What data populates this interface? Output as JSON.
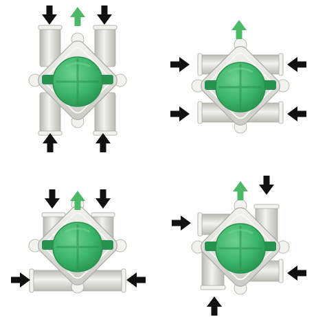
{
  "colors": {
    "background": "#ffffff",
    "pipe": "#dcddd8",
    "pipe_shade": "#b9bab4",
    "pipe_light": "#f2f2ee",
    "body": "#e3e4df",
    "body_edge": "#a9aaa4",
    "disc": "#3db56a",
    "disc_dark": "#27924f",
    "disc_light": "#6fd08f",
    "inflow_arrow": "#111111",
    "outflow_arrow": "#4db866"
  },
  "valves": [
    {
      "id": "valve-1",
      "pipes": [
        "top-left",
        "top-right",
        "bottom-left",
        "bottom-right"
      ],
      "arrows": [
        {
          "kind": "inflow",
          "icon": "arrow-down-icon"
        },
        {
          "kind": "outflow",
          "icon": "arrow-up-icon"
        },
        {
          "kind": "inflow",
          "icon": "arrow-down-icon"
        },
        {
          "kind": "inflow",
          "icon": "arrow-up-icon"
        },
        {
          "kind": "inflow",
          "icon": "arrow-up-icon"
        }
      ]
    },
    {
      "id": "valve-2",
      "pipes": [
        "left-upper",
        "left-lower",
        "right-upper",
        "right-lower"
      ],
      "arrows": [
        {
          "kind": "outflow",
          "icon": "arrow-up-icon"
        },
        {
          "kind": "inflow",
          "icon": "arrow-right-icon"
        },
        {
          "kind": "inflow",
          "icon": "arrow-right-icon"
        },
        {
          "kind": "inflow",
          "icon": "arrow-left-icon"
        },
        {
          "kind": "inflow",
          "icon": "arrow-left-icon"
        }
      ]
    },
    {
      "id": "valve-3",
      "pipes": [
        "top-left",
        "top-right",
        "left-lower",
        "right-lower"
      ],
      "arrows": [
        {
          "kind": "inflow",
          "icon": "arrow-down-icon"
        },
        {
          "kind": "outflow",
          "icon": "arrow-up-icon"
        },
        {
          "kind": "inflow",
          "icon": "arrow-down-icon"
        },
        {
          "kind": "inflow",
          "icon": "arrow-right-icon"
        },
        {
          "kind": "inflow",
          "icon": "arrow-left-icon"
        }
      ]
    },
    {
      "id": "valve-4",
      "pipes": [
        "top-right",
        "left-upper",
        "right-lower",
        "bottom-left"
      ],
      "arrows": [
        {
          "kind": "outflow",
          "icon": "arrow-up-icon"
        },
        {
          "kind": "inflow",
          "icon": "arrow-down-icon"
        },
        {
          "kind": "inflow",
          "icon": "arrow-right-icon"
        },
        {
          "kind": "inflow",
          "icon": "arrow-left-icon"
        },
        {
          "kind": "inflow",
          "icon": "arrow-up-icon"
        }
      ]
    }
  ]
}
